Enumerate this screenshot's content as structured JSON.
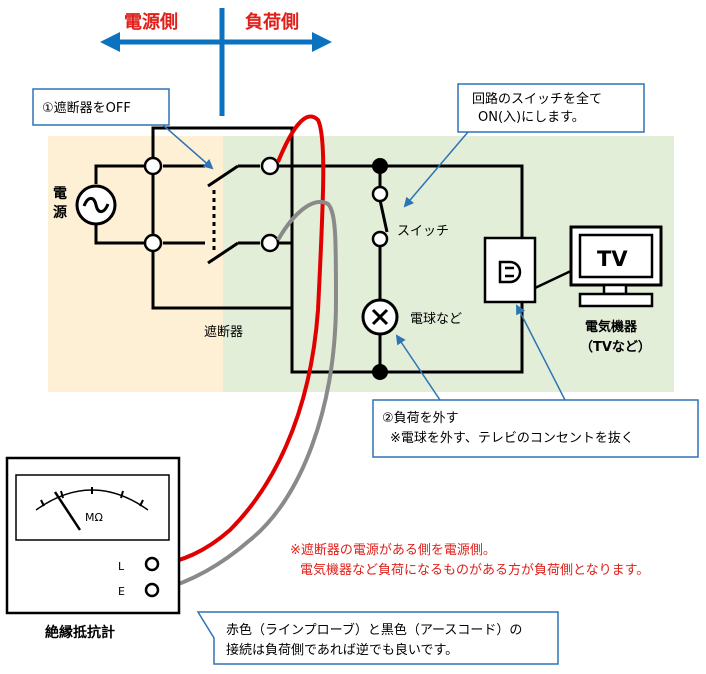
{
  "header": {
    "source_side": "電源側",
    "load_side": "負荷側"
  },
  "callouts": {
    "breaker_off": "①遮断器をOFF",
    "switch_on_line1": "回路のスイッチを全て",
    "switch_on_line2": "ON(入)にします。",
    "remove_load_line1": "②負荷を外す",
    "remove_load_line2": "※電球を外す、テレビのコンセントを抜く",
    "probe_line1": "赤色（ラインプローブ）と黒色（アースコード）の",
    "probe_line2": "接続は負荷側であれば逆でも良いです。"
  },
  "labels": {
    "power_char1": "電",
    "power_char2": "源",
    "breaker": "遮断器",
    "switch": "スイッチ",
    "bulb": "電球など",
    "appliance_line1": "電気機器",
    "appliance_line2": "（TVなど）",
    "tv": "TV",
    "meter_unit": "MΩ",
    "terminal_l": "L",
    "terminal_e": "E",
    "tester": "絶縁抵抗計"
  },
  "note": {
    "line1": "※遮断器の電源がある側を電源側。",
    "line2": "電気機器など負荷になるものがある方が負荷側となります。"
  },
  "colors": {
    "source_bg": "#fdf0d5",
    "load_bg": "#e3eed9",
    "arrow_blue": "#0b72c0",
    "heading_red": "#e0201b",
    "red_lead": "#e00000",
    "gray_lead": "#8a8a8a",
    "callout_border": "#2e74b5"
  }
}
